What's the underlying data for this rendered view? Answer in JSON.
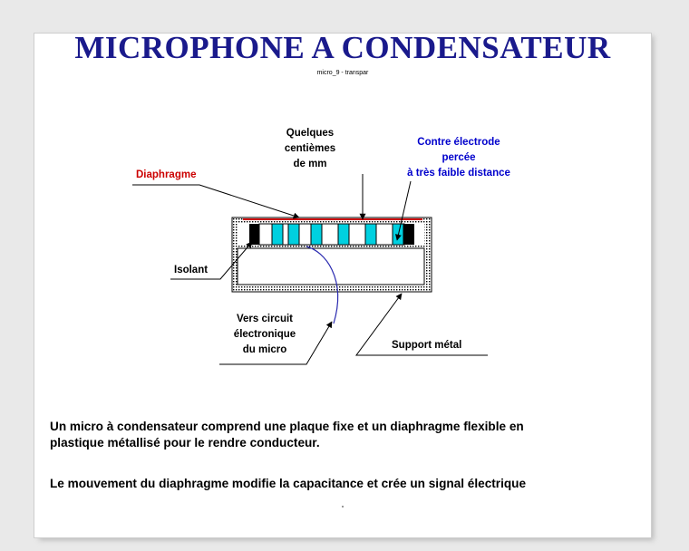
{
  "slide": {
    "title": "MICROPHONE A CONDENSATEUR",
    "subtitle": "micro_9 - transpar"
  },
  "diagram": {
    "labels": {
      "diaphragme": "Diaphragme",
      "quelques_1": "Quelques",
      "quelques_2": "centièmes",
      "quelques_3": "de mm",
      "contre_1": "Contre électrode",
      "contre_2": "percée",
      "contre_3": "à très faible distance",
      "isolant": "Isolant",
      "vers_1": "Vers circuit",
      "vers_2": "électronique",
      "vers_3": "du micro",
      "support": "Support métal"
    },
    "colors": {
      "diaphragme_label": "#cc0000",
      "contre_label": "#0000cc",
      "diaphragme_line": "#cc0000",
      "electrode_holes": "#00d0e0",
      "wire": "#2a2ab0",
      "text": "#000000"
    }
  },
  "body": {
    "para1_line1": "Un micro à condensateur comprend une plaque fixe et un diaphragme flexible en",
    "para1_line2": "plastique métallisé pour le rendre conducteur.",
    "para2": "Le mouvement du diaphragme modifie la capacitance et crée un signal électrique"
  }
}
